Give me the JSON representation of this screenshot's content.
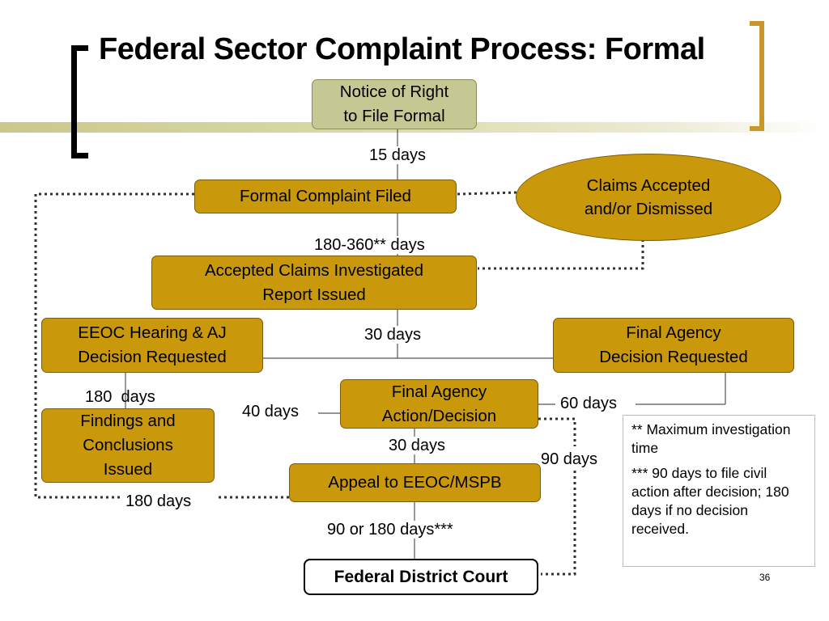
{
  "slide": {
    "title": "Federal Sector Complaint Process: Formal",
    "page_number": "36"
  },
  "nodes": {
    "notice": "Notice of Right\nto File Formal",
    "formal_filed": "Formal Complaint Filed",
    "claims_accepted": "Claims Accepted\nand/or Dismissed",
    "investigated": "Accepted Claims Investigated\nReport Issued",
    "eeoc_hearing": "EEOC Hearing & AJ\nDecision Requested",
    "final_agency_requested": "Final Agency\nDecision Requested",
    "findings": "Findings and\nConclusions\nIssued",
    "final_agency_action": "Final Agency\nAction/Decision",
    "appeal": "Appeal to EEOC/MSPB",
    "court": "Federal District Court"
  },
  "edge_labels": {
    "d15": "15 days",
    "d180_360": "180-360** days",
    "d30a": "30 days",
    "d180a": "180  days",
    "d40": "40 days",
    "d60": "60 days",
    "d30b": "30 days",
    "d90": "90 days",
    "d180b": "180 days",
    "d90_180": "90 or 180 days***"
  },
  "notes": {
    "note1": "** Maximum investigation time",
    "note2": "*** 90 days to file civil action after decision; 180 days if no decision received."
  },
  "colors": {
    "box_fill": "#c9990b",
    "start_fill": "#c5c893",
    "accent_bracket": "#c8962a"
  }
}
